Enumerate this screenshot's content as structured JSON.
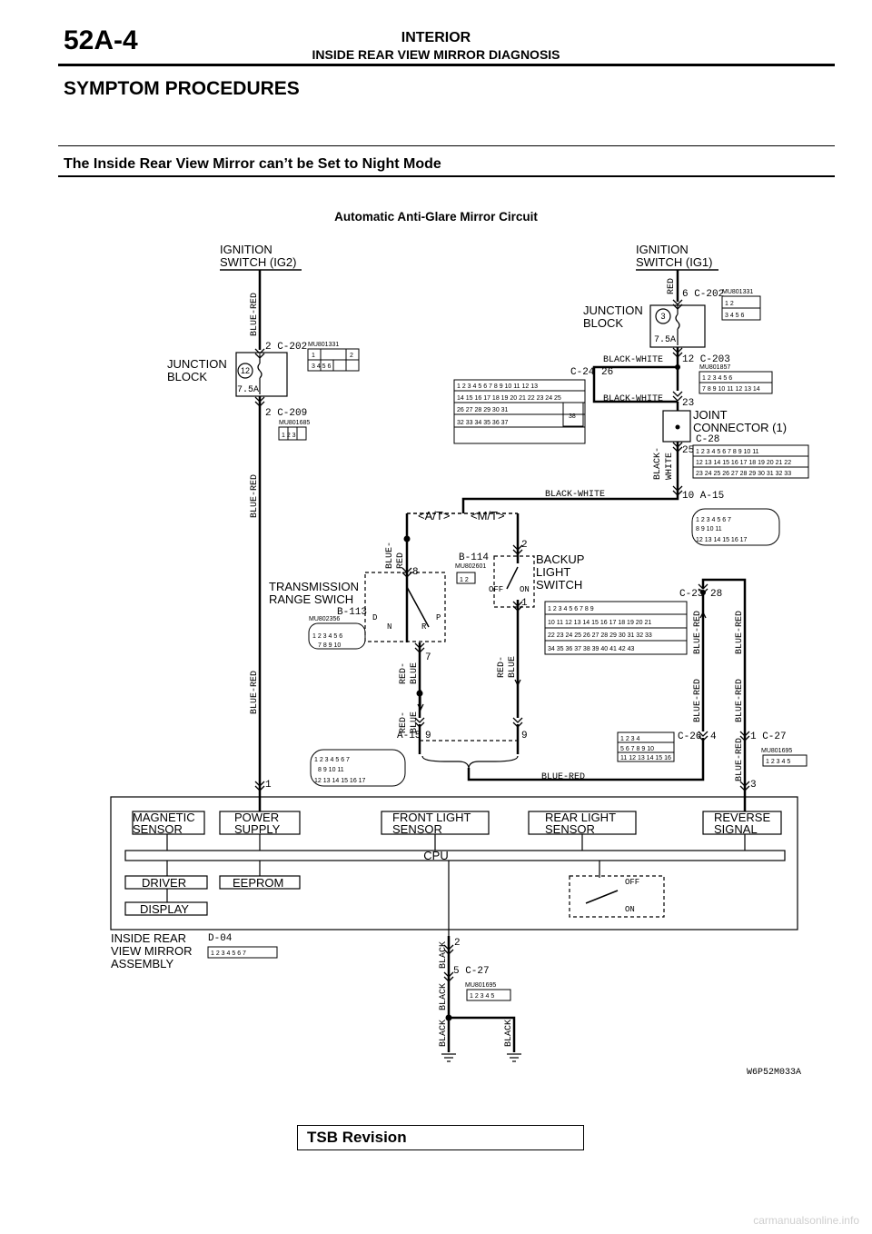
{
  "header": {
    "page_number": "52A-4",
    "section": "INTERIOR",
    "subsection": "INSIDE REAR VIEW MIRROR DIAGNOSIS"
  },
  "heading": "SYMPTOM PROCEDURES",
  "subheading": "The Inside Rear View Mirror can’t be Set to Night Mode",
  "figure": {
    "title": "Automatic Anti-Glare Mirror Circuit",
    "code": "W6P52M033A",
    "components": {
      "ig2": [
        "IGNITION",
        "SWITCH (IG2)"
      ],
      "ig1": [
        "IGNITION",
        "SWITCH (IG1)"
      ],
      "jb_left": [
        "JUNCTION",
        "BLOCK"
      ],
      "jb_right": [
        "JUNCTION",
        "BLOCK"
      ],
      "joint": [
        "JOINT",
        "CONNECTOR (1)"
      ],
      "backup": [
        "BACKUP",
        "LIGHT",
        "SWITCH"
      ],
      "trs": [
        "TRANSMISSION",
        "RANGE SWICH"
      ],
      "mirror": [
        "INSIDE REAR",
        "VIEW MIRROR",
        "ASSEMBLY"
      ],
      "at": "<A/T>",
      "mt": "<M/T>"
    },
    "fuses": [
      {
        "num": "12",
        "rating": "7.5A"
      },
      {
        "num": "3",
        "rating": "7.5A"
      }
    ],
    "connectors": {
      "c202_l": "2 C-202",
      "c209": "2 C-209",
      "c202_r": "6 C-202",
      "c203": "12 C-203",
      "c24": "C-24",
      "c24_pin": "26",
      "c28": "C-28",
      "a15_top": "10 A-15",
      "b114": "B-114",
      "b113": "B-113",
      "c23": "C-23",
      "c23_pin": "28",
      "a15_bot": "A-15",
      "c26": "C-26",
      "c26_pin": "4",
      "c27": "1 C-27",
      "c27_bot": "5 C-27",
      "d04": "D-04",
      "mu801331": "MU801331",
      "mu801685": "MU801685",
      "mu801857": "MU801857",
      "mu802601": "MU802601",
      "mu802356": "MU802356",
      "mu801695": "MU801695"
    },
    "pins": {
      "p23": "23",
      "p25": "25",
      "p2_b114": "2",
      "p1_b114": "1",
      "p8": "8",
      "p7": "7",
      "p9a": "9",
      "p9b": "9",
      "p1_mirror": "1",
      "p2_mirror": "2",
      "p3_mirror": "3"
    },
    "wires": {
      "blue_red": "BLUE-RED",
      "red": "RED",
      "black_white": "BLACK-WHITE",
      "black_white_v": [
        "BLACK-",
        "WHITE"
      ],
      "blue_red_v": [
        "BLUE-",
        "RED"
      ],
      "red_blue_v": [
        "RED-",
        "BLUE"
      ],
      "black": "BLACK"
    },
    "switch_labels": {
      "off": "OFF",
      "on": "ON",
      "d": "D",
      "n": "N",
      "r": "R",
      "p": "P"
    },
    "blocks": {
      "magnetic": [
        "MAGNETIC",
        "SENSOR"
      ],
      "power": [
        "POWER",
        "SUPPLY"
      ],
      "front": [
        "FRONT LIGHT",
        "SENSOR"
      ],
      "rear": [
        "REAR LIGHT",
        "SENSOR"
      ],
      "reverse": [
        "REVERSE",
        "SIGNAL"
      ],
      "cpu": "CPU",
      "driver": "DRIVER",
      "eeprom": "EEPROM",
      "display": "DISPLAY"
    }
  },
  "tsb": "TSB Revision",
  "footer": "carmanualsonline.info"
}
